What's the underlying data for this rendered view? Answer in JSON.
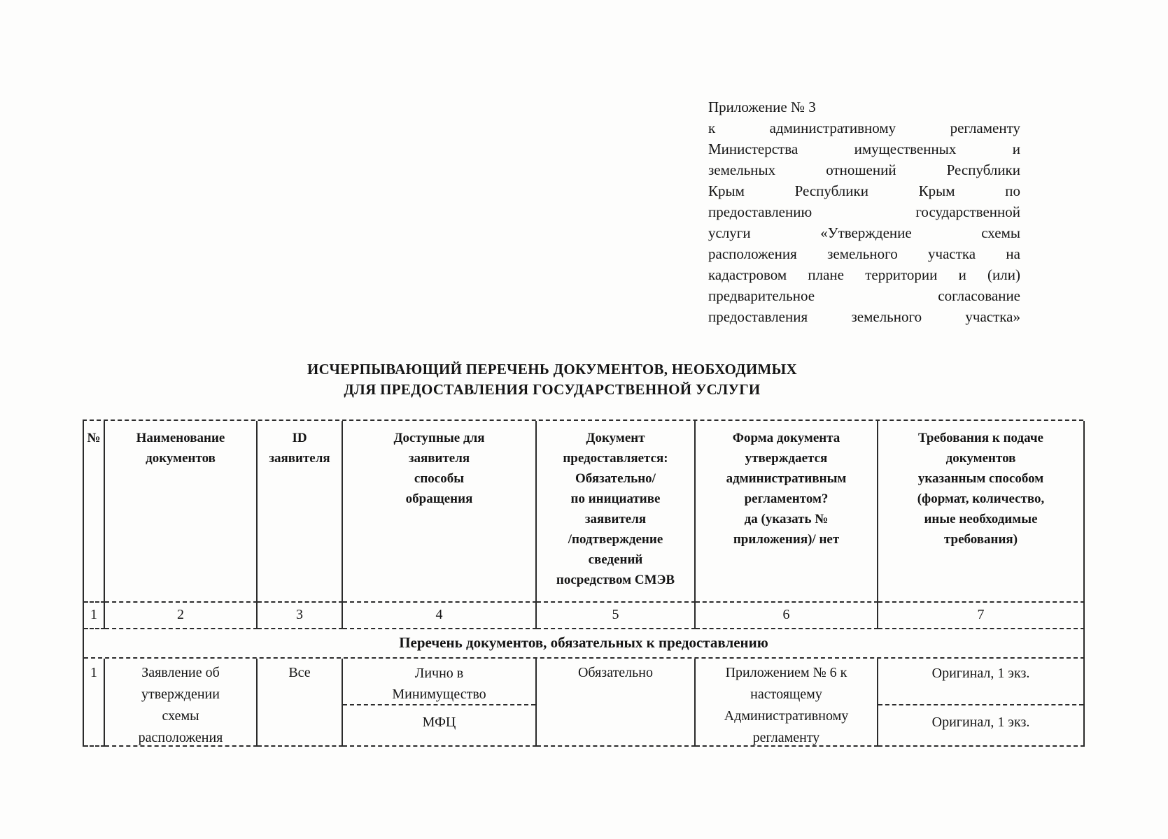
{
  "appendix_block": {
    "lines": [
      "Приложение № 3",
      "к административному регламенту",
      "Министерства имущественных и",
      "земельных отношений Республики",
      "Крым Республики Крым по",
      "предоставлению государственной",
      "услуги «Утверждение схемы",
      "расположения земельного участка на",
      "кадастровом плане территории и (или)",
      "предварительное согласование",
      "предоставления земельного участка»"
    ]
  },
  "title": {
    "line1": "ИСЧЕРПЫВАЮЩИЙ ПЕРЕЧЕНЬ ДОКУМЕНТОВ, НЕОБХОДИМЫХ",
    "line2": "ДЛЯ ПРЕДОСТАВЛЕНИЯ ГОСУДАРСТВЕННОЙ УСЛУГИ"
  },
  "table": {
    "headers": [
      "№",
      "Наименование\nдокументов",
      "ID\nзаявителя",
      "Доступные для\nзаявителя\nспособы\nобращения",
      "Документ\nпредоставляется:\nОбязательно/\nпо инициативе\nзаявителя\n/подтверждение\nсведений\nпосредством СМЭВ",
      "Форма документа\nутверждается\nадминистративным\nрегламентом?\nда (указать №\nприложения)/ нет",
      "Требования к подаче\nдокументов\nуказанным способом\n(формат, количество,\nиные необходимые\nтребования)"
    ],
    "column_numbers": [
      "1",
      "2",
      "3",
      "4",
      "5",
      "6",
      "7"
    ],
    "section_title": "Перечень документов, обязательных к предоставлению",
    "row1": {
      "num": "1",
      "document_name": "Заявление об\nутверждении\nсхемы\nрасположения",
      "applicant_id": "Все",
      "method_1": "Лично в\nМинимущество",
      "method_2": "МФЦ",
      "provided": "Обязательно",
      "form": "Приложением № 6 к\nнастоящему\nАдминистративному\nрегламенту",
      "requirement_1": "Оригинал, 1 экз.",
      "requirement_2": "Оригинал, 1 экз."
    }
  }
}
